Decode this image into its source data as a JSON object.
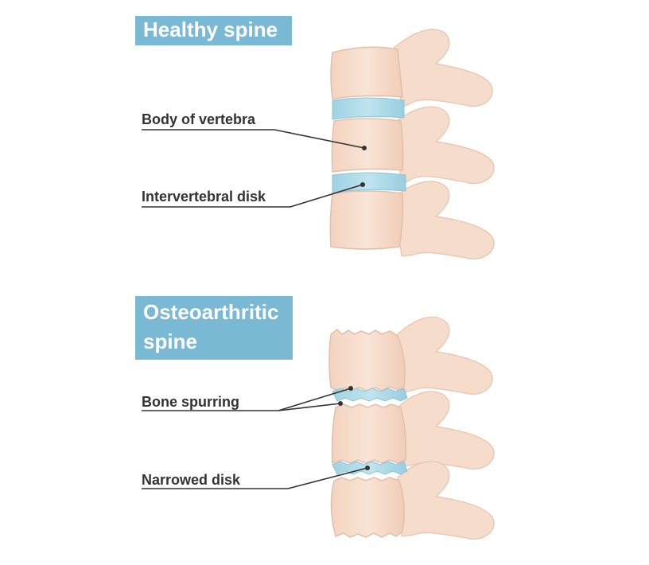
{
  "healthy": {
    "title": "Healthy spine",
    "labels": {
      "body_of_vertebra": "Body of vertebra",
      "intervertebral_disk": "Intervertebral disk"
    }
  },
  "osteoarthritic": {
    "title_line1": "Osteoarthritic",
    "title_line2": "spine",
    "labels": {
      "bone_spurring": "Bone spurring",
      "narrowed_disk": "Narrowed disk"
    }
  },
  "colors": {
    "title_bg": "#7ab9d3",
    "bone": "#f6dccb",
    "bone_outline": "#e2bfa8",
    "disk": "#a8d8e6",
    "leader_line": "#333333"
  }
}
